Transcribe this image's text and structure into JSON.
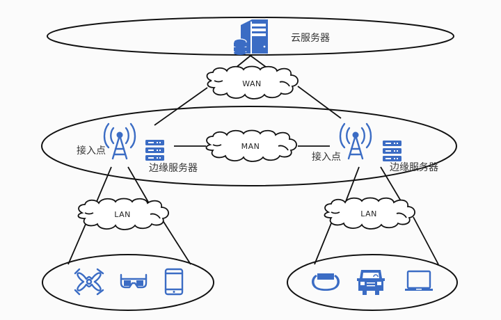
{
  "diagram": {
    "title": "Cloud-Edge-Device network architecture",
    "colors": {
      "icon": "#3b6cc4",
      "line": "#111111",
      "background": "#fbfbfb"
    },
    "cloud_layer": {
      "label": "云服务器",
      "icon": "cloud-server-icon"
    },
    "networks": {
      "wan": "WAN",
      "man": "MAN",
      "lan_left": "LAN",
      "lan_right": "LAN"
    },
    "edge_layer": {
      "left": {
        "access_point_label": "接入点",
        "edge_server_label": "边缘服务器",
        "ap_icon": "cell-tower-icon",
        "server_icon": "server-rack-icon"
      },
      "right": {
        "access_point_label": "接入点",
        "edge_server_label": "边缘服务器",
        "ap_icon": "cell-tower-icon",
        "server_icon": "server-rack-icon"
      }
    },
    "device_layer": {
      "left": [
        "drone-icon",
        "vr-glasses-icon",
        "tablet-icon"
      ],
      "right": [
        "smart-band-icon",
        "car-icon",
        "laptop-icon"
      ]
    }
  }
}
